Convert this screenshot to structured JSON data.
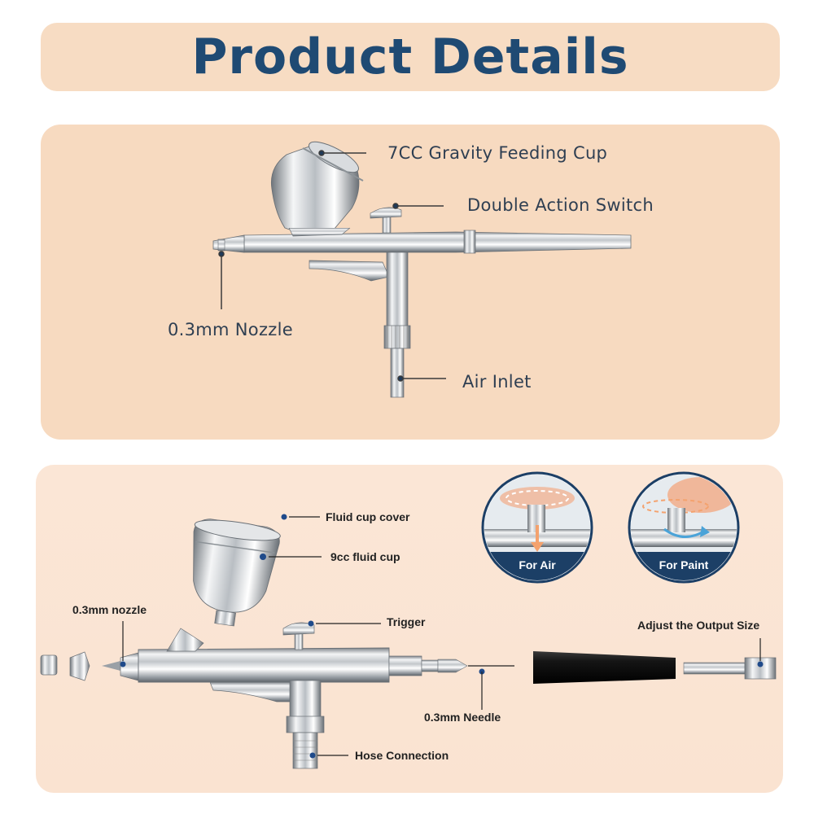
{
  "header": {
    "title": "Product Details"
  },
  "top_panel": {
    "labels": {
      "cup": "7CC Gravity Feeding Cup",
      "switch": "Double Action Switch",
      "nozzle": "0.3mm Nozzle",
      "air_inlet": "Air Inlet"
    }
  },
  "bottom_panel": {
    "labels": {
      "cup_cover": "Fluid cup cover",
      "fluid_cup": "9cc fluid cup",
      "nozzle": "0.3mm nozzle",
      "trigger": "Trigger",
      "needle": "0.3mm Needle",
      "hose": "Hose Connection",
      "output": "Adjust the Output Size"
    },
    "badges": {
      "air": "For Air",
      "paint": "For Paint"
    }
  },
  "colors": {
    "title": "#1f4a73",
    "panel": "#f7dac0",
    "badge": "#1c3f66",
    "dot": "#1f4a8a"
  }
}
